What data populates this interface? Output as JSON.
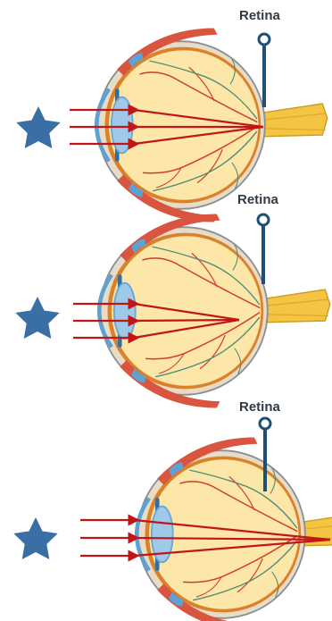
{
  "panels": [
    {
      "label": "Retina",
      "focus": "on-retina"
    },
    {
      "label": "Retina",
      "focus": "in-front-of-retina"
    },
    {
      "label": "Retina",
      "focus": "behind-retina"
    }
  ],
  "colors": {
    "star": "#3a6fa5",
    "ray": "#c0161a",
    "eye_fill": "#fce6a8",
    "eye_outline": "#8a8f96",
    "sclera_band": "#e6d7c0",
    "choroid": "#d9822b",
    "muscle": "#d9553f",
    "lens": "#9ec9e8",
    "cornea": "#5ea2d4",
    "optic_nerve": "#f4c542",
    "vessel_red": "#d23b2b",
    "vessel_green": "#4f8f7a",
    "retina_pointer": "#1f4f73"
  }
}
